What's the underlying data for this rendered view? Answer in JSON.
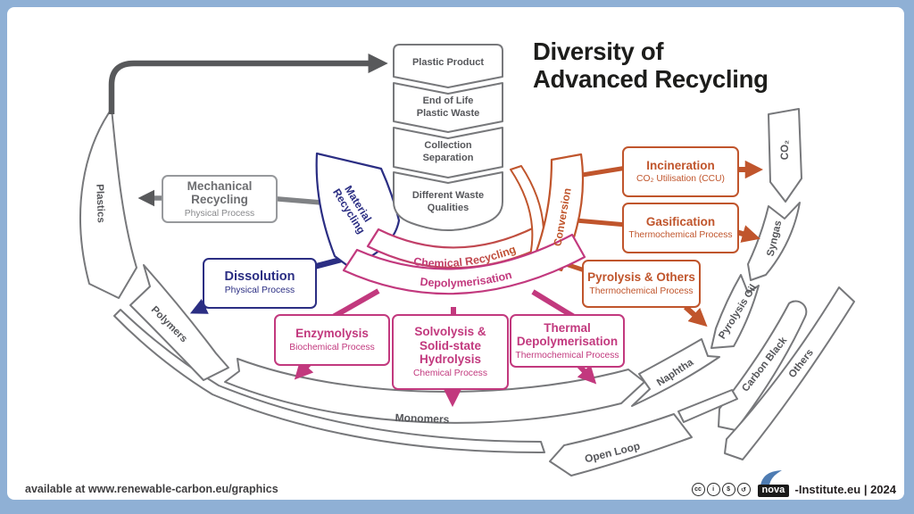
{
  "frame": {
    "background": "#8fb0d5",
    "surface": "#ffffff"
  },
  "title": {
    "line1": "Diversity of",
    "line2": "Advanced Recycling"
  },
  "waste_chain": [
    {
      "lines": [
        "Plastic Product"
      ]
    },
    {
      "lines": [
        "End of Life",
        "Plastic Waste"
      ]
    },
    {
      "lines": [
        "Collection",
        "Separation"
      ]
    },
    {
      "lines": [
        "Different Waste",
        "Qualities"
      ]
    }
  ],
  "processes": {
    "mechanical": {
      "title": [
        "Mechanical",
        "Recycling"
      ],
      "subtitle": "Physical Process"
    },
    "dissolution": {
      "title": [
        "Dissolution"
      ],
      "subtitle": "Physical Process"
    },
    "enzymolysis": {
      "title": [
        "Enzymolysis"
      ],
      "subtitle": "Biochemical Process"
    },
    "solvolysis": {
      "title": [
        "Solvolysis &",
        "Solid-state",
        "Hydrolysis"
      ],
      "subtitle": "Chemical Process"
    },
    "thermal": {
      "title": [
        "Thermal",
        "Depolymerisation"
      ],
      "subtitle": "Thermochemical Process"
    },
    "incineration": {
      "title": [
        "Incineration"
      ],
      "subtitle": "CO₂ Utilisation (CCU)"
    },
    "gasification": {
      "title": [
        "Gasification"
      ],
      "subtitle": "Thermochemical Process"
    },
    "pyrolysis": {
      "title": [
        "Pyrolysis & Others"
      ],
      "subtitle": "Thermochemical Process"
    }
  },
  "segments": {
    "material": [
      "Material",
      "Recycling"
    ],
    "chemical_recycling": "Chemical Recycling",
    "depolymerisation": "Depolymerisation",
    "conversion": "Conversion"
  },
  "streams": {
    "plastics": "Plastics",
    "polymers": "Polymers",
    "monomers": "Monomers",
    "open_loop": "Open Loop",
    "naphtha": "Naphtha",
    "pyrolysis_oil": "Pyrolysis Oil",
    "carbon_black": "Carbon Black",
    "others": "Others",
    "syngas": "Syngas",
    "co2": "CO₂"
  },
  "footer": {
    "availability": "available at www.renewable-carbon.eu/graphics",
    "license_icons": [
      "cc",
      "i",
      "$",
      "↺"
    ],
    "logo": "nova",
    "credit": "-Institute.eu | 2024"
  },
  "colors": {
    "navy": "#2b2e83",
    "magenta": "#c2397e",
    "orange": "#c0552c",
    "line_gray": "#58595b",
    "outline_gray": "#77787b",
    "frame_blue": "#8fb0d5",
    "title_ink": "#1d1d1b"
  }
}
